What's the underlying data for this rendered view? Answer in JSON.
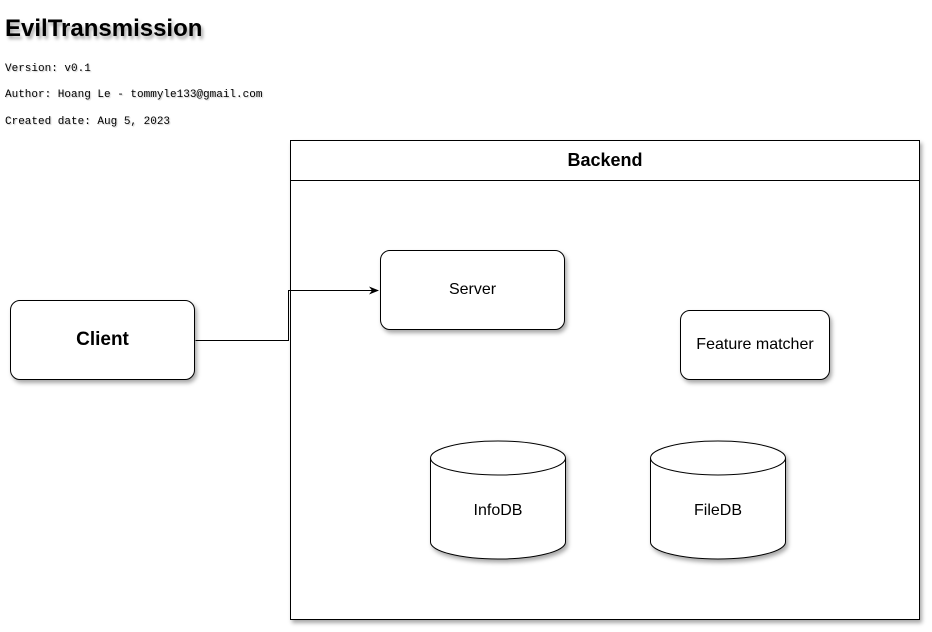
{
  "header": {
    "title": "EvilTransmission",
    "version": "Version: v0.1",
    "author": "Author: Hoang Le - tommyle133@gmail.com",
    "created": "Created date: Aug 5, 2023"
  },
  "diagram": {
    "backend_label": "Backend",
    "nodes": {
      "client": "Client",
      "server": "Server",
      "feature_matcher": "Feature matcher",
      "infodb": "InfoDB",
      "filedb": "FileDB"
    },
    "edges": [
      {
        "from": "Client",
        "to": "Server"
      }
    ]
  }
}
